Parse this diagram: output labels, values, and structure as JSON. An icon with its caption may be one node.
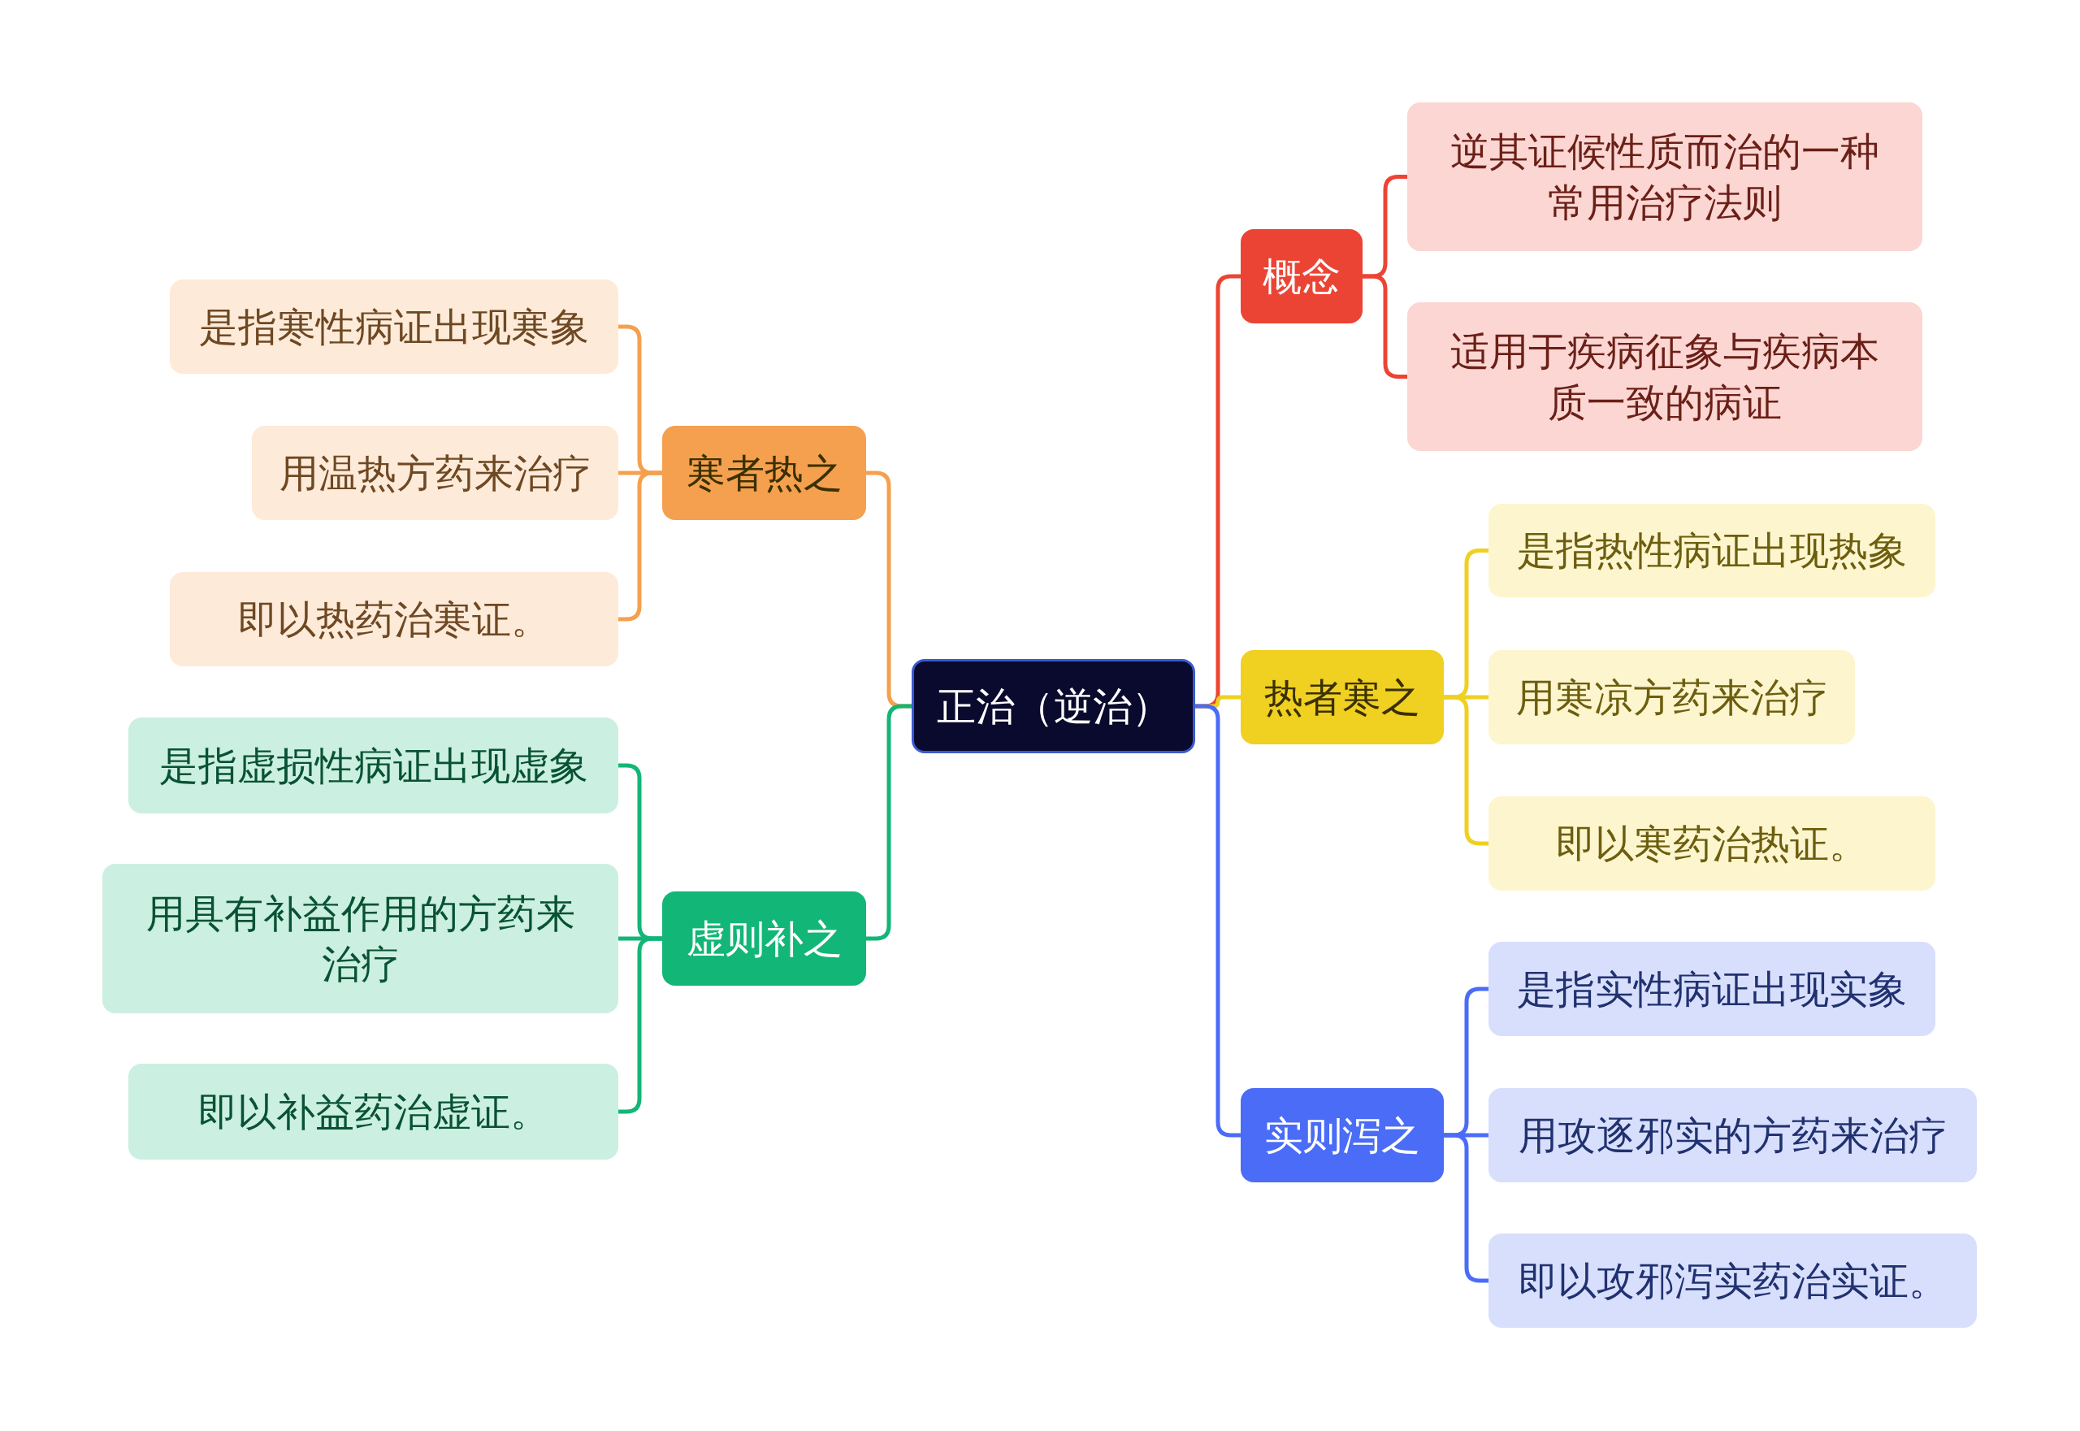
{
  "diagram": {
    "nodes": [
      {
        "text": [
          "正治（逆治）"
        ]
      },
      {
        "text": [
          "寒者热之"
        ]
      },
      {
        "text": [
          "是指寒性病证出现寒象"
        ]
      },
      {
        "text": [
          "用温热方药来治疗"
        ]
      },
      {
        "text": [
          "即以热药治寒证。"
        ]
      },
      {
        "text": [
          "虚则补之"
        ]
      },
      {
        "text": [
          "是指虚损性病证出现虚象"
        ]
      },
      {
        "text": [
          "用具有补益作用的方药来治疗"
        ]
      },
      {
        "text": [
          "即以补益药治虚证。"
        ]
      },
      {
        "text": [
          "概念"
        ]
      },
      {
        "text": [
          "逆其证候性质而治的一种常用治疗法则"
        ]
      },
      {
        "text": [
          "适用于疾病征象与疾病本质一致的病证"
        ]
      },
      {
        "text": [
          "热者寒之"
        ]
      },
      {
        "text": [
          "是指热性病证出现热象"
        ]
      },
      {
        "text": [
          "用寒凉方药来治疗"
        ]
      },
      {
        "text": [
          "即以寒药治热证。"
        ]
      },
      {
        "text": [
          "实则泻之"
        ]
      },
      {
        "text": [
          "是指实性病证出现实象"
        ]
      },
      {
        "text": [
          "用攻逐邪实的方药来治疗"
        ]
      },
      {
        "text": [
          "即以攻邪泻实药治实证。"
        ]
      }
    ],
    "edges": [
      {
        "from": 0,
        "to": 1,
        "arrow": "none",
        "color": "#f5a04e"
      },
      {
        "from": 1,
        "to": 2,
        "arrow": "none",
        "color": "#f5a04e"
      },
      {
        "from": 1,
        "to": 3,
        "arrow": "none",
        "color": "#f5a04e"
      },
      {
        "from": 1,
        "to": 4,
        "arrow": "none",
        "color": "#f5a04e"
      },
      {
        "from": 0,
        "to": 5,
        "arrow": "none",
        "color": "#12b676"
      },
      {
        "from": 5,
        "to": 6,
        "arrow": "none",
        "color": "#12b676"
      },
      {
        "from": 5,
        "to": 7,
        "arrow": "none",
        "color": "#12b676"
      },
      {
        "from": 5,
        "to": 8,
        "arrow": "none",
        "color": "#12b676"
      },
      {
        "from": 0,
        "to": 9,
        "arrow": "none",
        "color": "#ec4434"
      },
      {
        "from": 9,
        "to": 10,
        "arrow": "none",
        "color": "#ec4434"
      },
      {
        "from": 9,
        "to": 11,
        "arrow": "none",
        "color": "#ec4434"
      },
      {
        "from": 0,
        "to": 12,
        "arrow": "none",
        "color": "#f0d020"
      },
      {
        "from": 12,
        "to": 13,
        "arrow": "none",
        "color": "#f0d020"
      },
      {
        "from": 12,
        "to": 14,
        "arrow": "none",
        "color": "#f0d020"
      },
      {
        "from": 12,
        "to": 15,
        "arrow": "none",
        "color": "#f0d020"
      },
      {
        "from": 0,
        "to": 16,
        "arrow": "none",
        "color": "#4a6cf7"
      },
      {
        "from": 16,
        "to": 17,
        "arrow": "none",
        "color": "#4a6cf7"
      },
      {
        "from": 16,
        "to": 18,
        "arrow": "none",
        "color": "#4a6cf7"
      },
      {
        "from": 16,
        "to": 19,
        "arrow": "none",
        "color": "#4a6cf7"
      }
    ]
  }
}
